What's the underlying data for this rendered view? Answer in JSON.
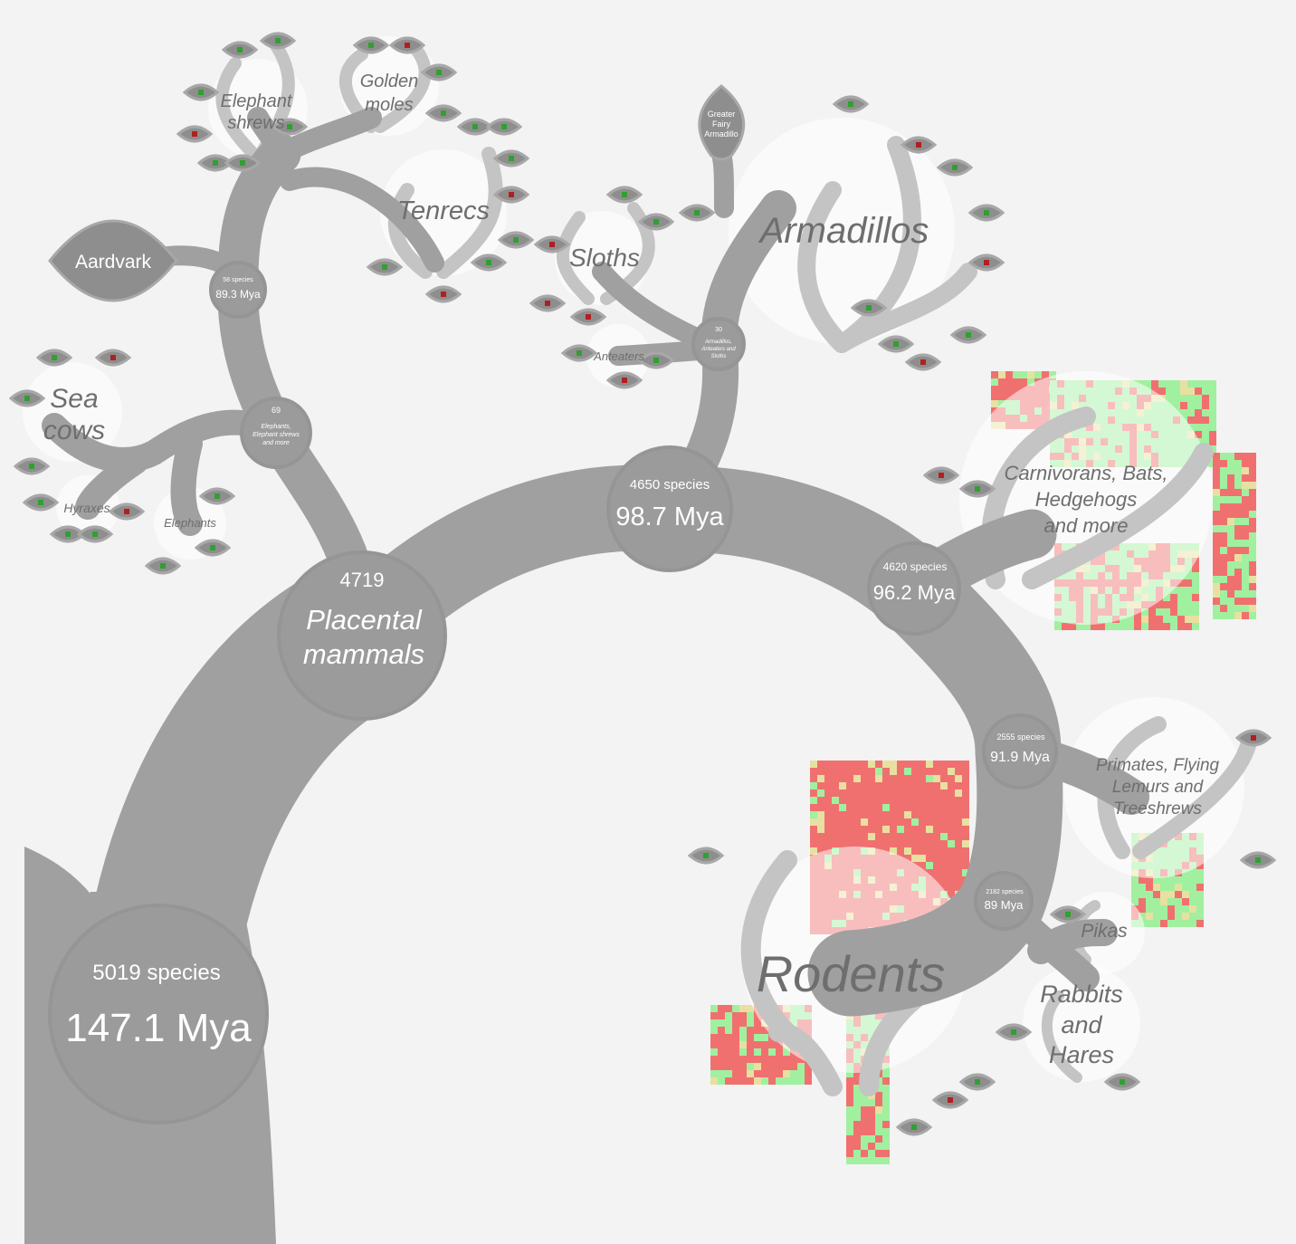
{
  "nodes": {
    "root": {
      "species": "5019 species",
      "age": "147.1 Mya"
    },
    "placental": {
      "count": "4719",
      "name1": "Placental",
      "name2": "mammals"
    },
    "n4650": {
      "species": "4650 species",
      "age": "98.7 Mya"
    },
    "n4620": {
      "species": "4620 species",
      "age": "96.2 Mya"
    },
    "n2555": {
      "species": "2555 species",
      "age": "91.9 Mya"
    },
    "n2182": {
      "species": "2182 species",
      "age": "89 Mya"
    },
    "n58": {
      "species": "58 species",
      "age": "89.3 Mya"
    },
    "n69": {
      "count": "69",
      "l1": "Elephants,",
      "l2": "Elephant shrews",
      "l3": "and more"
    },
    "n30": {
      "count": "30",
      "l1": "Armadillos,",
      "l2": "Anteaters and",
      "l3": "Sloths"
    }
  },
  "leaves": {
    "aardvark": "Aardvark",
    "fairy": [
      "Greater",
      "Fairy",
      "Armadillo"
    ]
  },
  "clades": {
    "elephant_shrews": [
      "Elephant",
      "shrews"
    ],
    "golden_moles": [
      "Golden",
      "moles"
    ],
    "tenrecs": "Tenrecs",
    "sea_cows": [
      "Sea",
      "cows"
    ],
    "hyraxes": "Hyraxes",
    "elephants": "Elephants",
    "sloths": "Sloths",
    "anteaters": "Anteaters",
    "armadillos": "Armadillos",
    "carnivorans": [
      "Carnivorans, Bats,",
      "Hedgehogs",
      "and more"
    ],
    "primates": [
      "Primates, Flying",
      "Lemurs and",
      "Treeshrews"
    ],
    "pikas": "Pikas",
    "rabbits": [
      "Rabbits",
      "and",
      "Hares"
    ],
    "rodents": "Rodents"
  },
  "colors": {
    "branch": "#a0a0a0",
    "threatened": "#f07070",
    "safe": "#a0f0a0",
    "background": "#f3f3f3"
  }
}
